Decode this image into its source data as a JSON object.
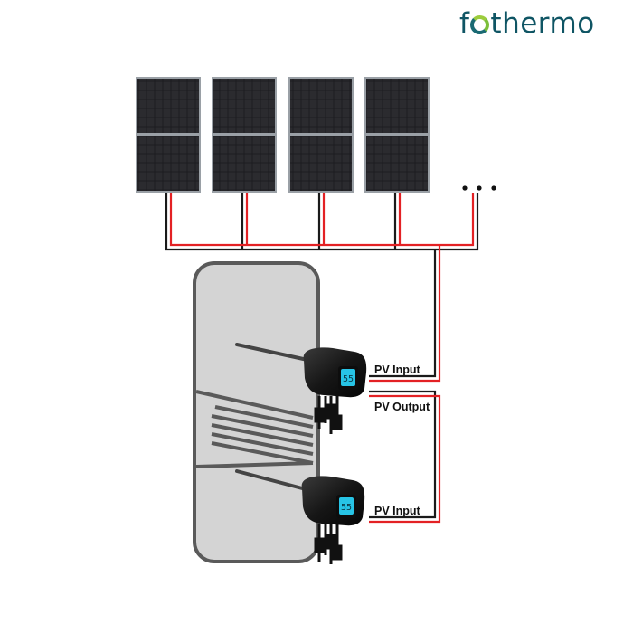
{
  "brand": {
    "name_part1": "f",
    "name_part2": "thermo",
    "colors": {
      "text": "#0f5564",
      "ring": "#1a6a73",
      "leaf": "#7cbf3a"
    }
  },
  "panels": {
    "count_shown": 4,
    "continuation": "· · ·"
  },
  "labels": {
    "pv_input_top": "PV Input",
    "pv_output": "PV Output",
    "pv_input_bottom": "PV Input"
  },
  "devices": [
    {
      "display": "55"
    },
    {
      "display": "55"
    }
  ],
  "colors": {
    "wire_positive": "#e32124",
    "wire_negative": "#1a1a1a",
    "tank_fill": "#d4d4d4",
    "tank_border": "#5a5a5a",
    "panel_cell": "#1c1c1e",
    "display": "#27c4e6"
  }
}
